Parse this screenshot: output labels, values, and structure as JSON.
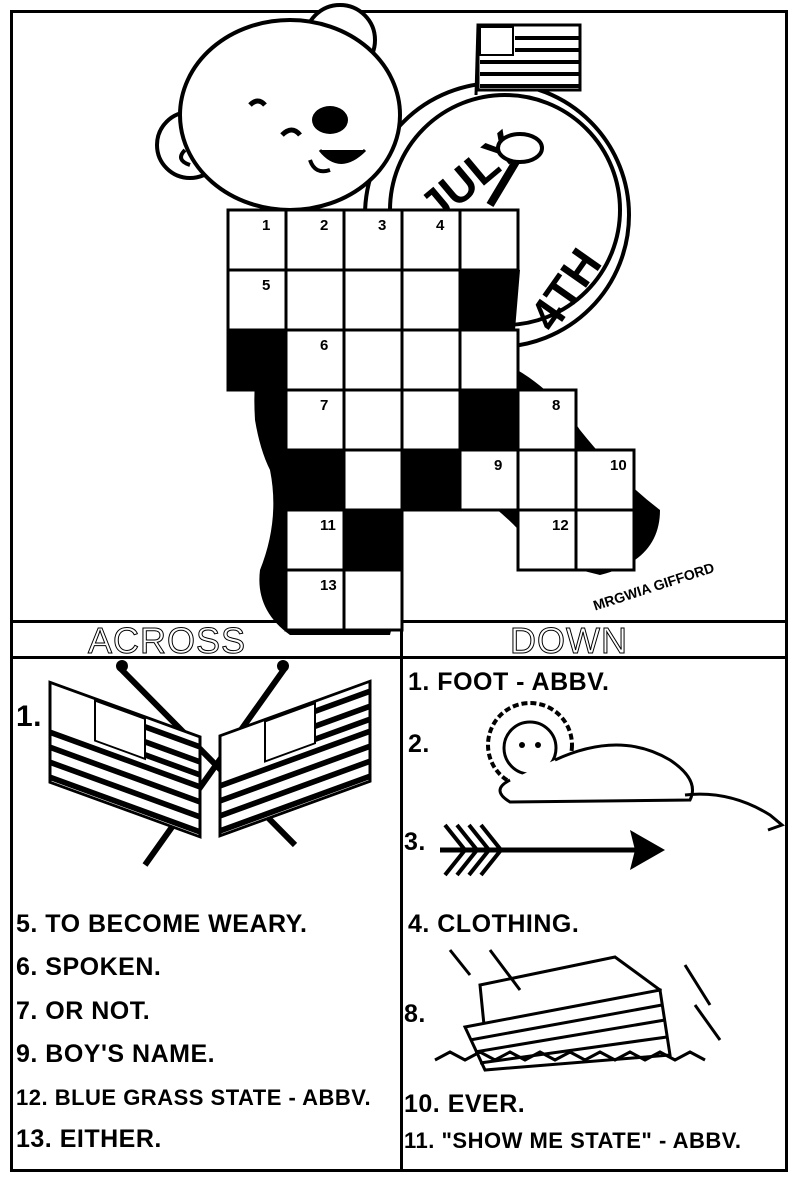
{
  "puzzle": {
    "drum_text_top": "JULY",
    "drum_text_bottom": "4TH",
    "signature": "MRGWIA GIFFORD",
    "grid_numbers": [
      "1",
      "2",
      "3",
      "4",
      "5",
      "6",
      "7",
      "8",
      "9",
      "10",
      "11",
      "12",
      "13"
    ]
  },
  "across": {
    "header": "ACROSS",
    "clues": [
      {
        "label": "1."
      },
      {
        "label": "5. TO BECOME WEARY."
      },
      {
        "label": "6. SPOKEN."
      },
      {
        "label": "7. OR NOT."
      },
      {
        "label": "9. BOY'S NAME."
      },
      {
        "label": "12. BLUE GRASS STATE - ABBV."
      },
      {
        "label": "13. EITHER."
      }
    ]
  },
  "down": {
    "header": "DOWN",
    "clues": [
      {
        "label": "1. FOOT - ABBV."
      },
      {
        "label": "2."
      },
      {
        "label": "3."
      },
      {
        "label": "4. CLOTHING."
      },
      {
        "label": "8."
      },
      {
        "label": "10. EVER."
      },
      {
        "label": "11. \"SHOW ME STATE\" - ABBV."
      }
    ]
  }
}
